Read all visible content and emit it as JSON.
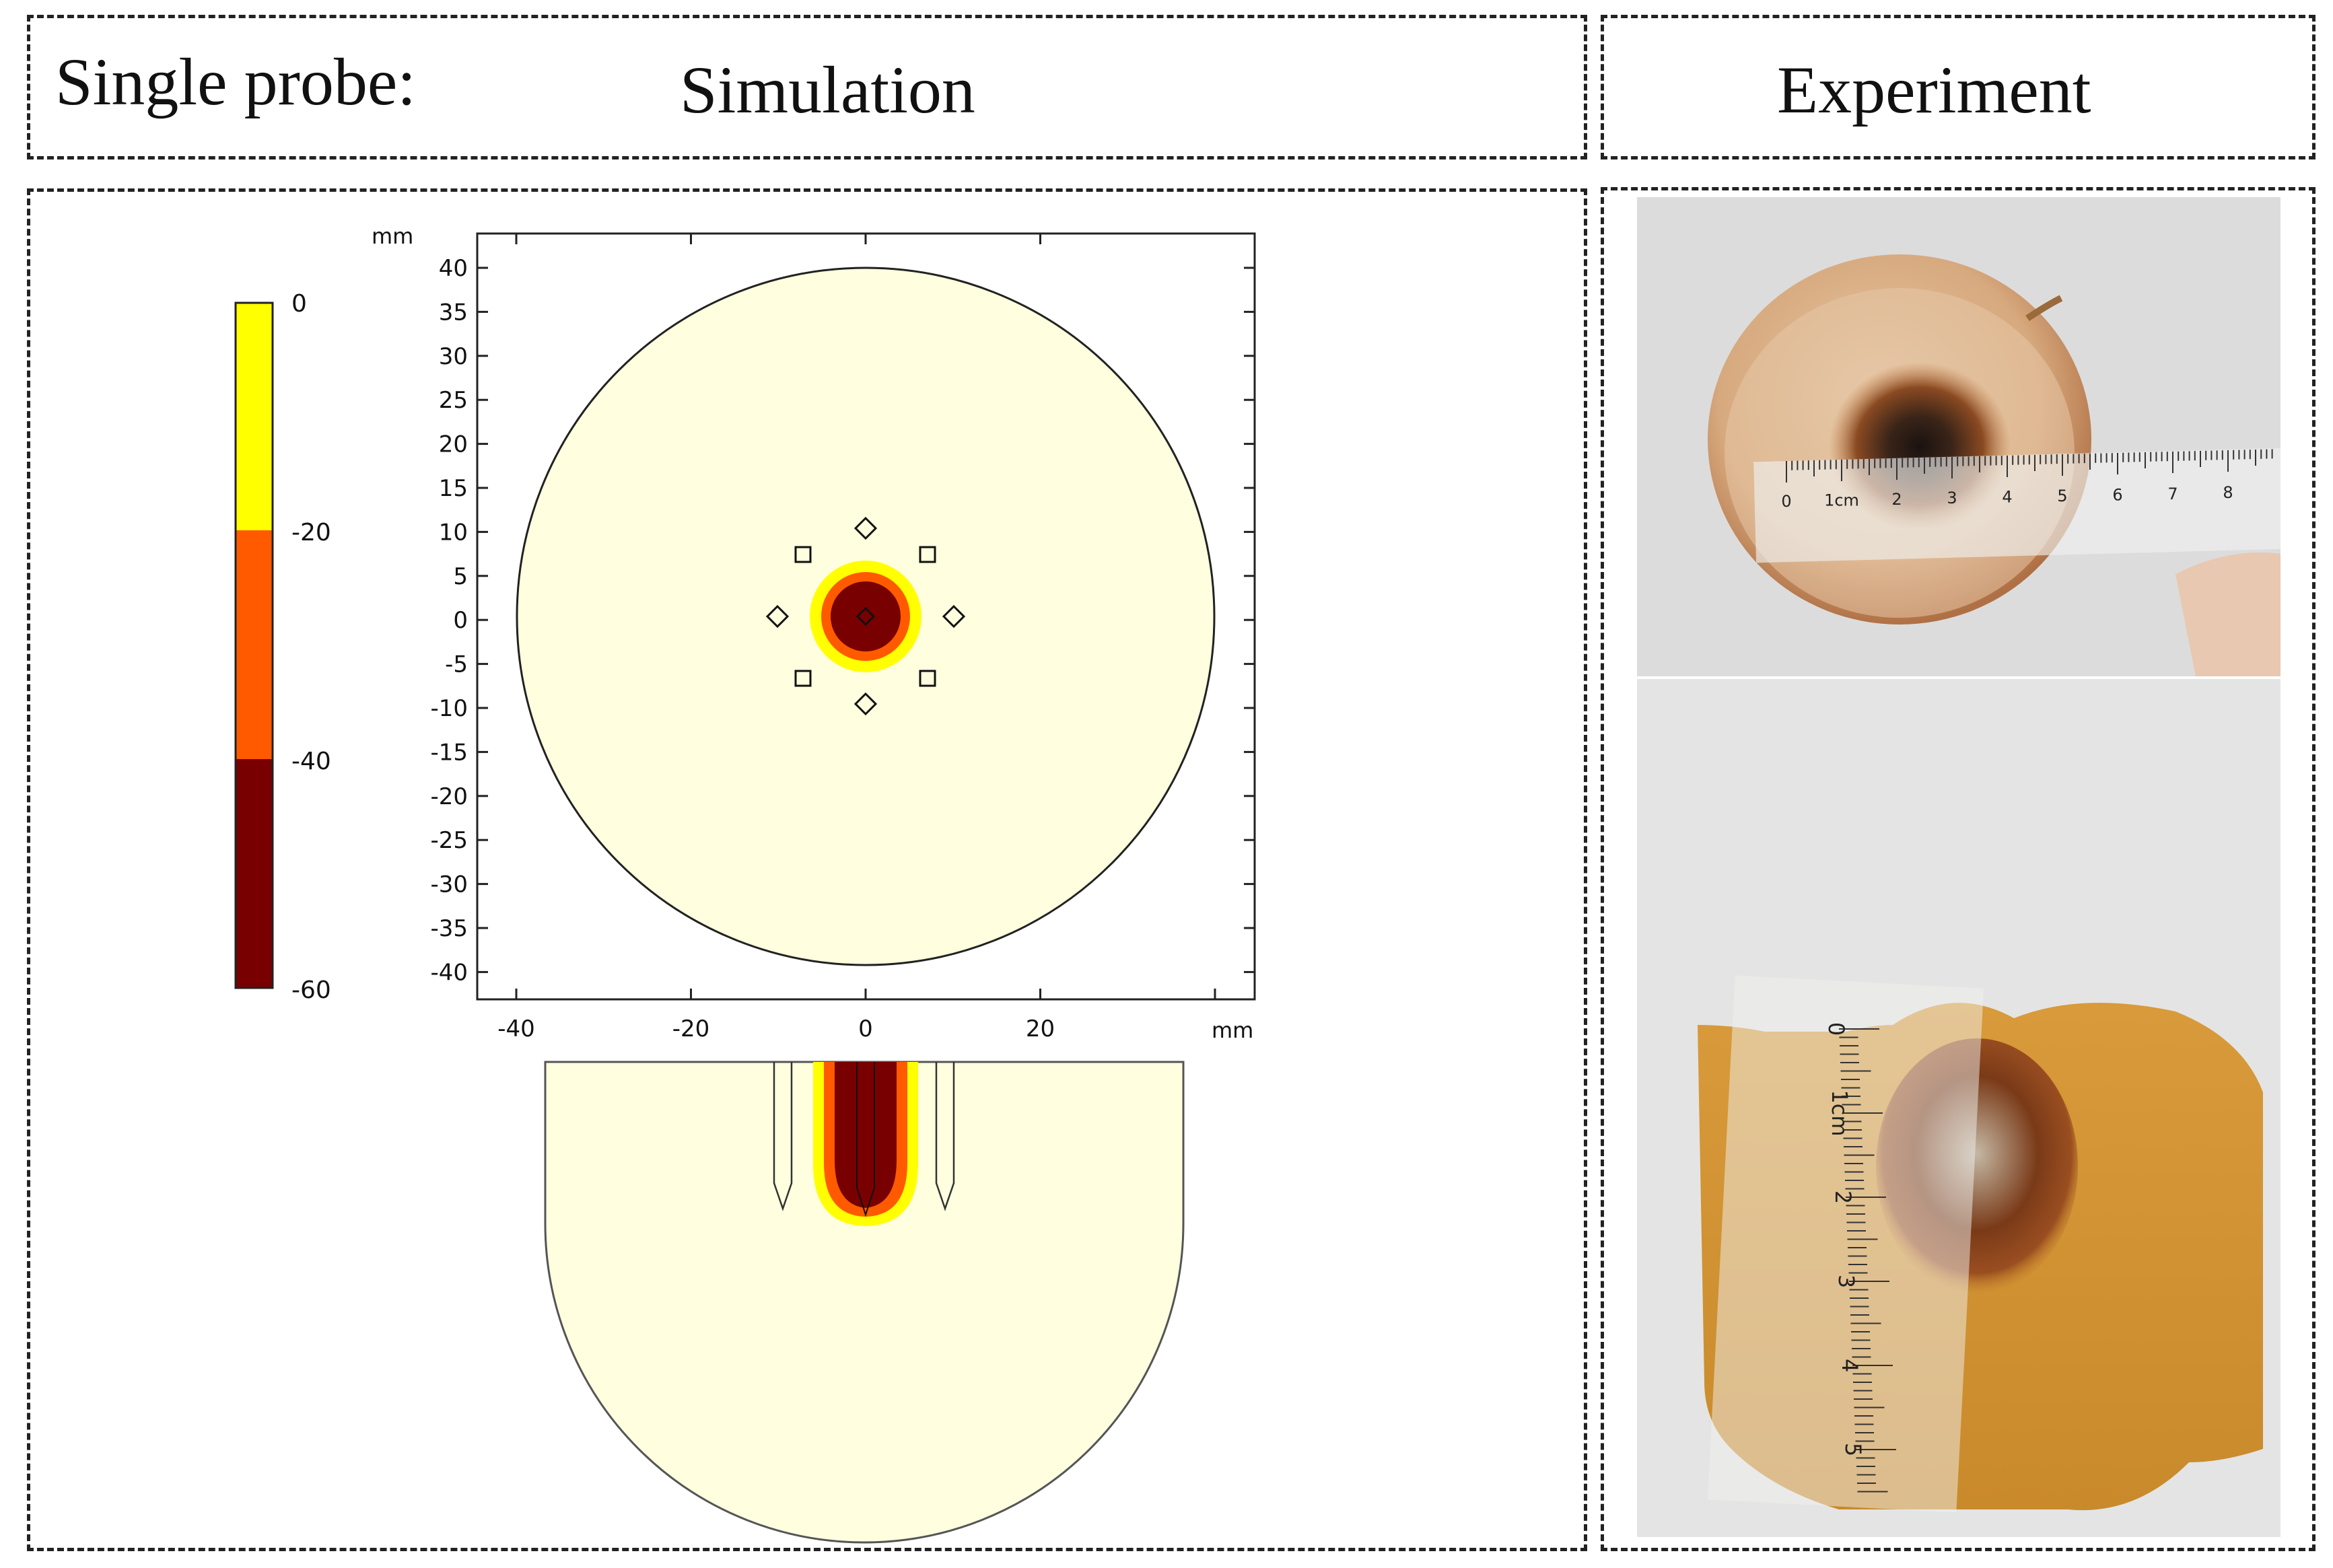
{
  "header": {
    "left_label": "Single probe:",
    "simulation_title": "Simulation",
    "experiment_title": "Experiment"
  },
  "colorbar": {
    "tick_labels": [
      "0",
      "-20",
      "-40",
      "-60"
    ],
    "colors": [
      "#ffff00",
      "#ff5a00",
      "#780000"
    ]
  },
  "plot": {
    "y_unit": "mm",
    "x_unit": "mm",
    "y_ticks": [
      "40",
      "35",
      "30",
      "25",
      "20",
      "15",
      "10",
      "5",
      "0",
      "-5",
      "-10",
      "-15",
      "-20",
      "-25",
      "-30",
      "-35",
      "-40"
    ],
    "x_ticks": [
      "-40",
      "-20",
      "0",
      "20"
    ],
    "domain_color": "#ffffdf",
    "zone_colors": {
      "outer": "#ffff00",
      "middle": "#ff5a00",
      "core": "#780000"
    }
  },
  "photo": {
    "ruler_top_labels": [
      "0",
      "1cm",
      "2",
      "3",
      "4",
      "5",
      "6",
      "7",
      "8"
    ],
    "ruler_bottom_labels": [
      "0",
      "1cm",
      "2",
      "3",
      "4",
      "5"
    ]
  }
}
